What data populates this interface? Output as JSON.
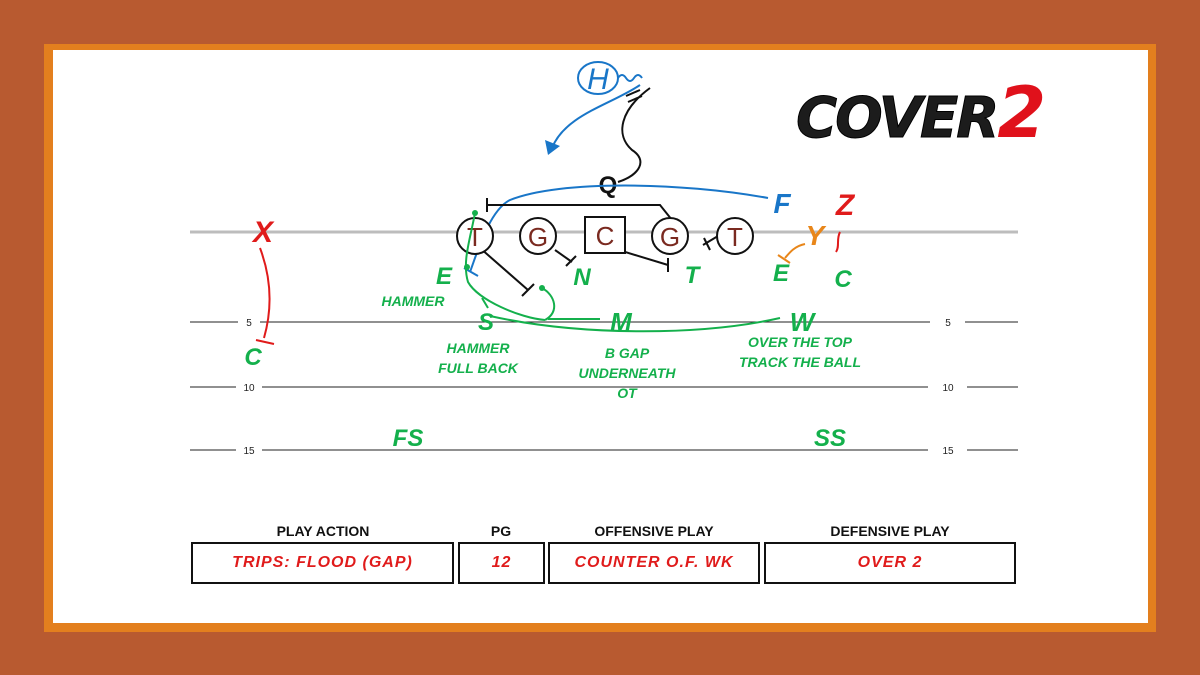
{
  "logo": {
    "cover": "COVER",
    "two": "2"
  },
  "yard_markers": [
    "5",
    "10",
    "15"
  ],
  "offense": {
    "linemen": [
      "T",
      "G",
      "C",
      "G",
      "T"
    ],
    "qb": "Q",
    "h_back": "H",
    "fullback": "F",
    "tight_end": "Y",
    "split_end": "X",
    "flanker": "Z"
  },
  "defense": {
    "left_end": "E",
    "nose": "N",
    "tackle": "T",
    "right_end": "E",
    "strong_lb": "S",
    "mike_lb": "M",
    "will_lb": "W",
    "left_corner": "C",
    "right_corner": "C",
    "free_safety": "FS",
    "strong_safety": "SS"
  },
  "notes": {
    "hammer": "HAMMER",
    "s_line1": "HAMMER",
    "s_line2": "FULL BACK",
    "m_line1": "B GAP",
    "m_line2": "UNDERNEATH",
    "m_line3": "OT",
    "w_line1": "OVER THE TOP",
    "w_line2": "TRACK THE BALL"
  },
  "table": {
    "headers": [
      "PLAY ACTION",
      "PG",
      "OFFENSIVE PLAY",
      "DEFENSIVE PLAY"
    ],
    "values": [
      "TRIPS: FLOOD (GAP)",
      "12",
      "COUNTER O.F. WK",
      "OVER 2"
    ]
  },
  "colors": {
    "border": "#b85a30",
    "frame": "#e37f1e",
    "offense_line": "#111111",
    "blue_route": "#1976c8",
    "defense": "#14b04c",
    "receivers": "#e01b1b",
    "y_route": "#e8861a",
    "lineman_text": "#7a2a20"
  }
}
